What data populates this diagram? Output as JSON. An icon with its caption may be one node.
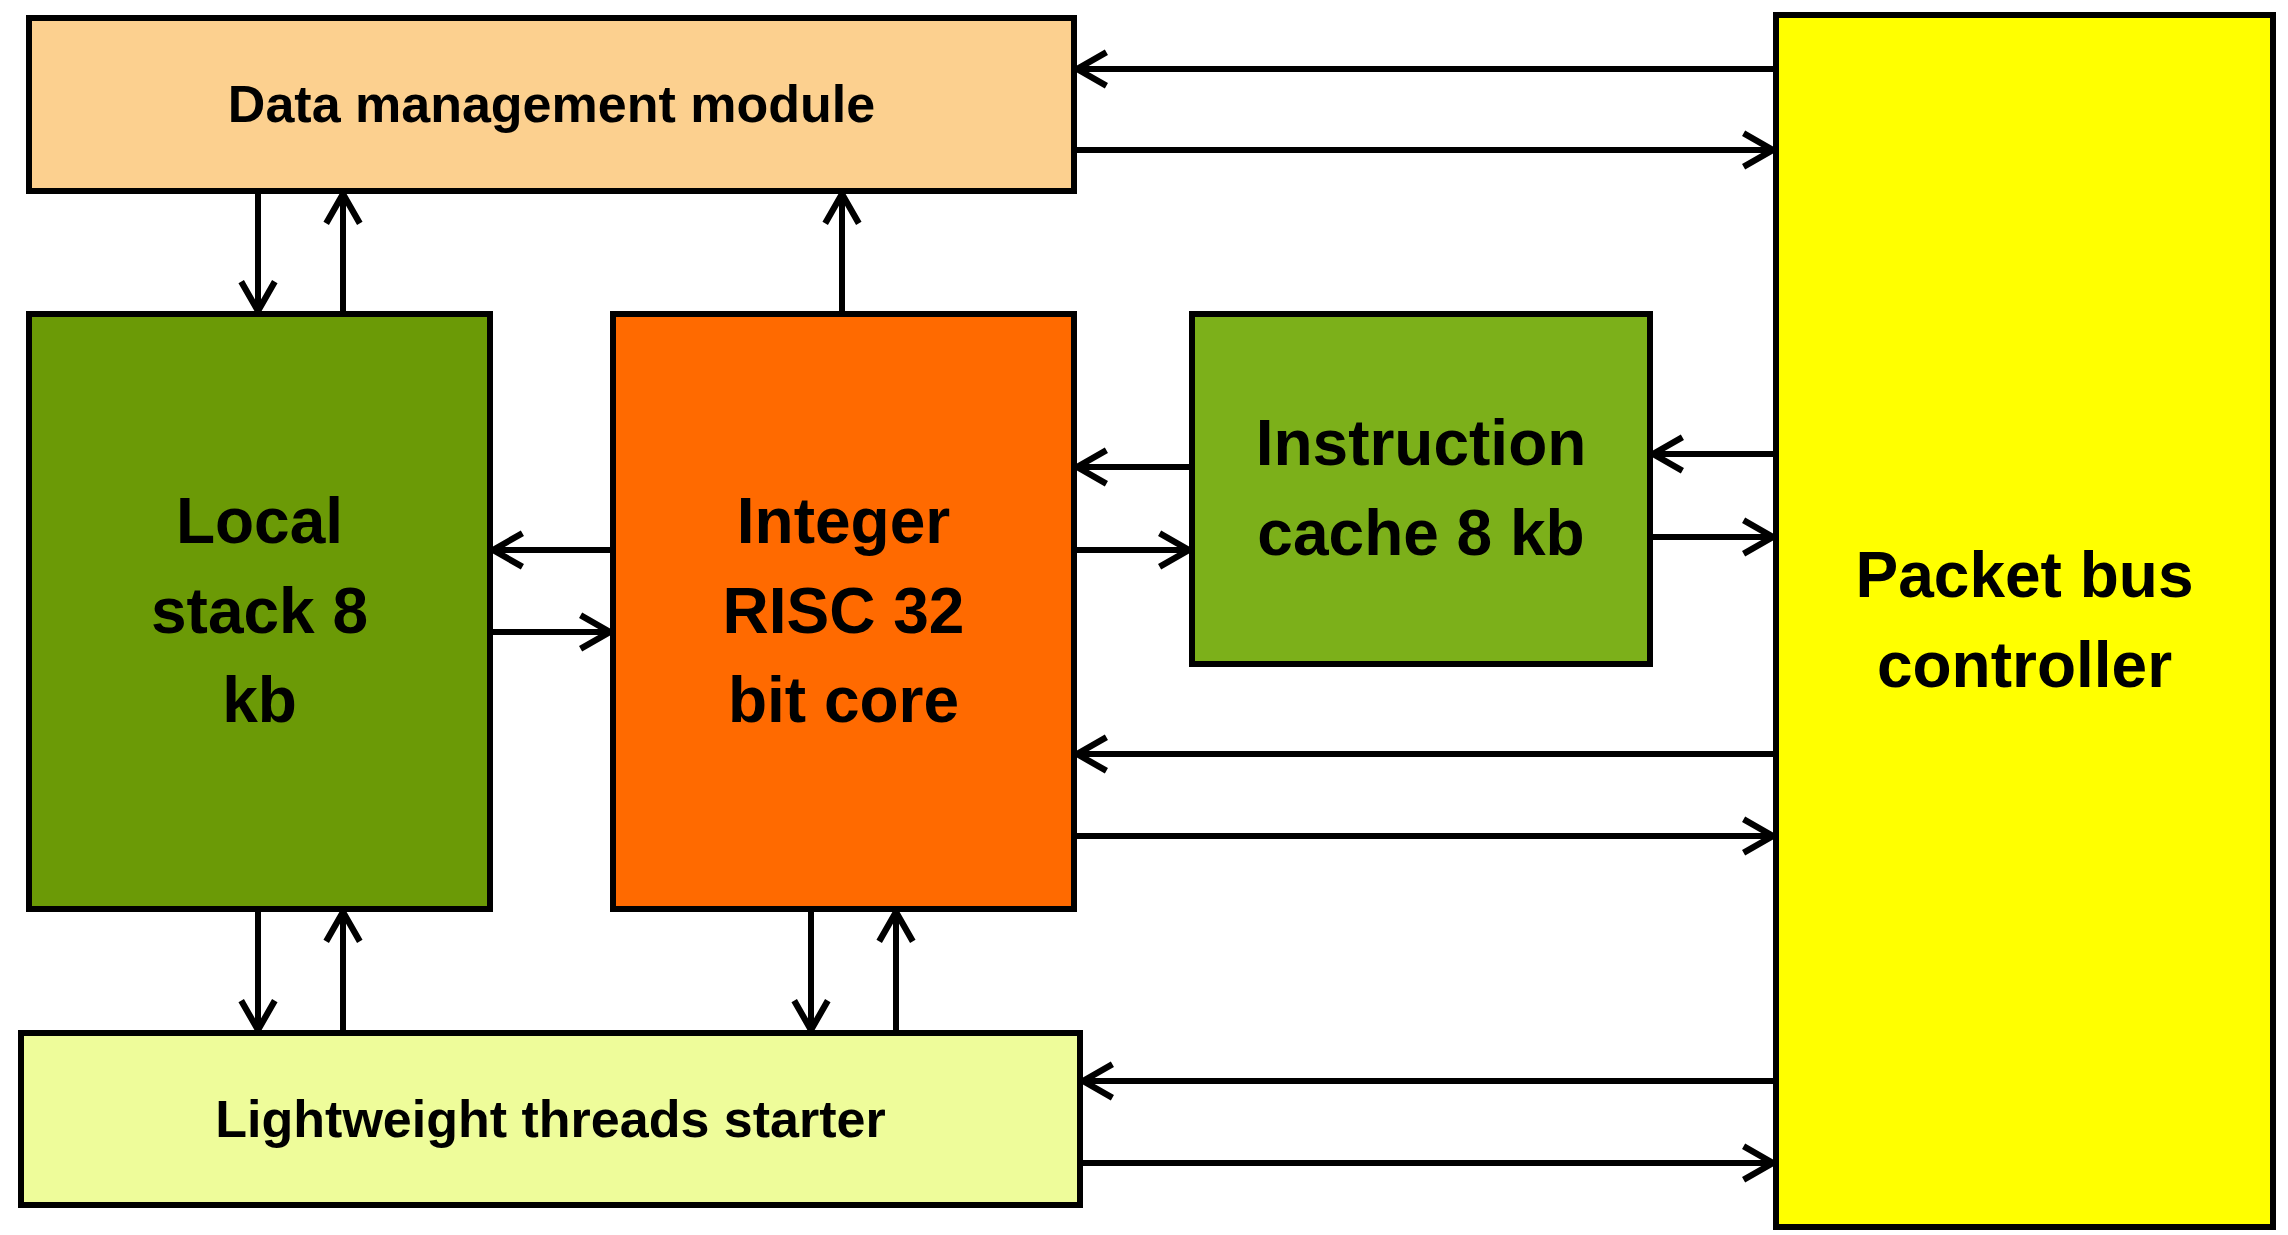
{
  "diagram": {
    "nodes": [
      {
        "text": [
          "Data management module"
        ]
      },
      {
        "text": [
          "Local stack 8 kb"
        ]
      },
      {
        "text": [
          "Integer RISC 32 bit core"
        ]
      },
      {
        "text": [
          "Instruction cache 8 kb"
        ]
      },
      {
        "text": [
          "Packet bus controller"
        ]
      },
      {
        "text": [
          "Lightweight threads starter"
        ]
      }
    ],
    "edges": [
      {
        "from": 4,
        "to": 0,
        "arrow": "to"
      },
      {
        "from": 0,
        "to": 4,
        "arrow": "to"
      },
      {
        "from": 0,
        "to": 1,
        "arrow": "to"
      },
      {
        "from": 1,
        "to": 0,
        "arrow": "to"
      },
      {
        "from": 2,
        "to": 0,
        "arrow": "to"
      },
      {
        "from": 2,
        "to": 1,
        "arrow": "to"
      },
      {
        "from": 1,
        "to": 2,
        "arrow": "to"
      },
      {
        "from": 3,
        "to": 2,
        "arrow": "to"
      },
      {
        "from": 2,
        "to": 3,
        "arrow": "to"
      },
      {
        "from": 4,
        "to": 3,
        "arrow": "to"
      },
      {
        "from": 3,
        "to": 4,
        "arrow": "to"
      },
      {
        "from": 4,
        "to": 2,
        "arrow": "to"
      },
      {
        "from": 2,
        "to": 4,
        "arrow": "to"
      },
      {
        "from": 1,
        "to": 5,
        "arrow": "to"
      },
      {
        "from": 5,
        "to": 1,
        "arrow": "to"
      },
      {
        "from": 2,
        "to": 5,
        "arrow": "to"
      },
      {
        "from": 5,
        "to": 2,
        "arrow": "to"
      },
      {
        "from": 4,
        "to": 5,
        "arrow": "to"
      },
      {
        "from": 5,
        "to": 4,
        "arrow": "to"
      }
    ]
  }
}
